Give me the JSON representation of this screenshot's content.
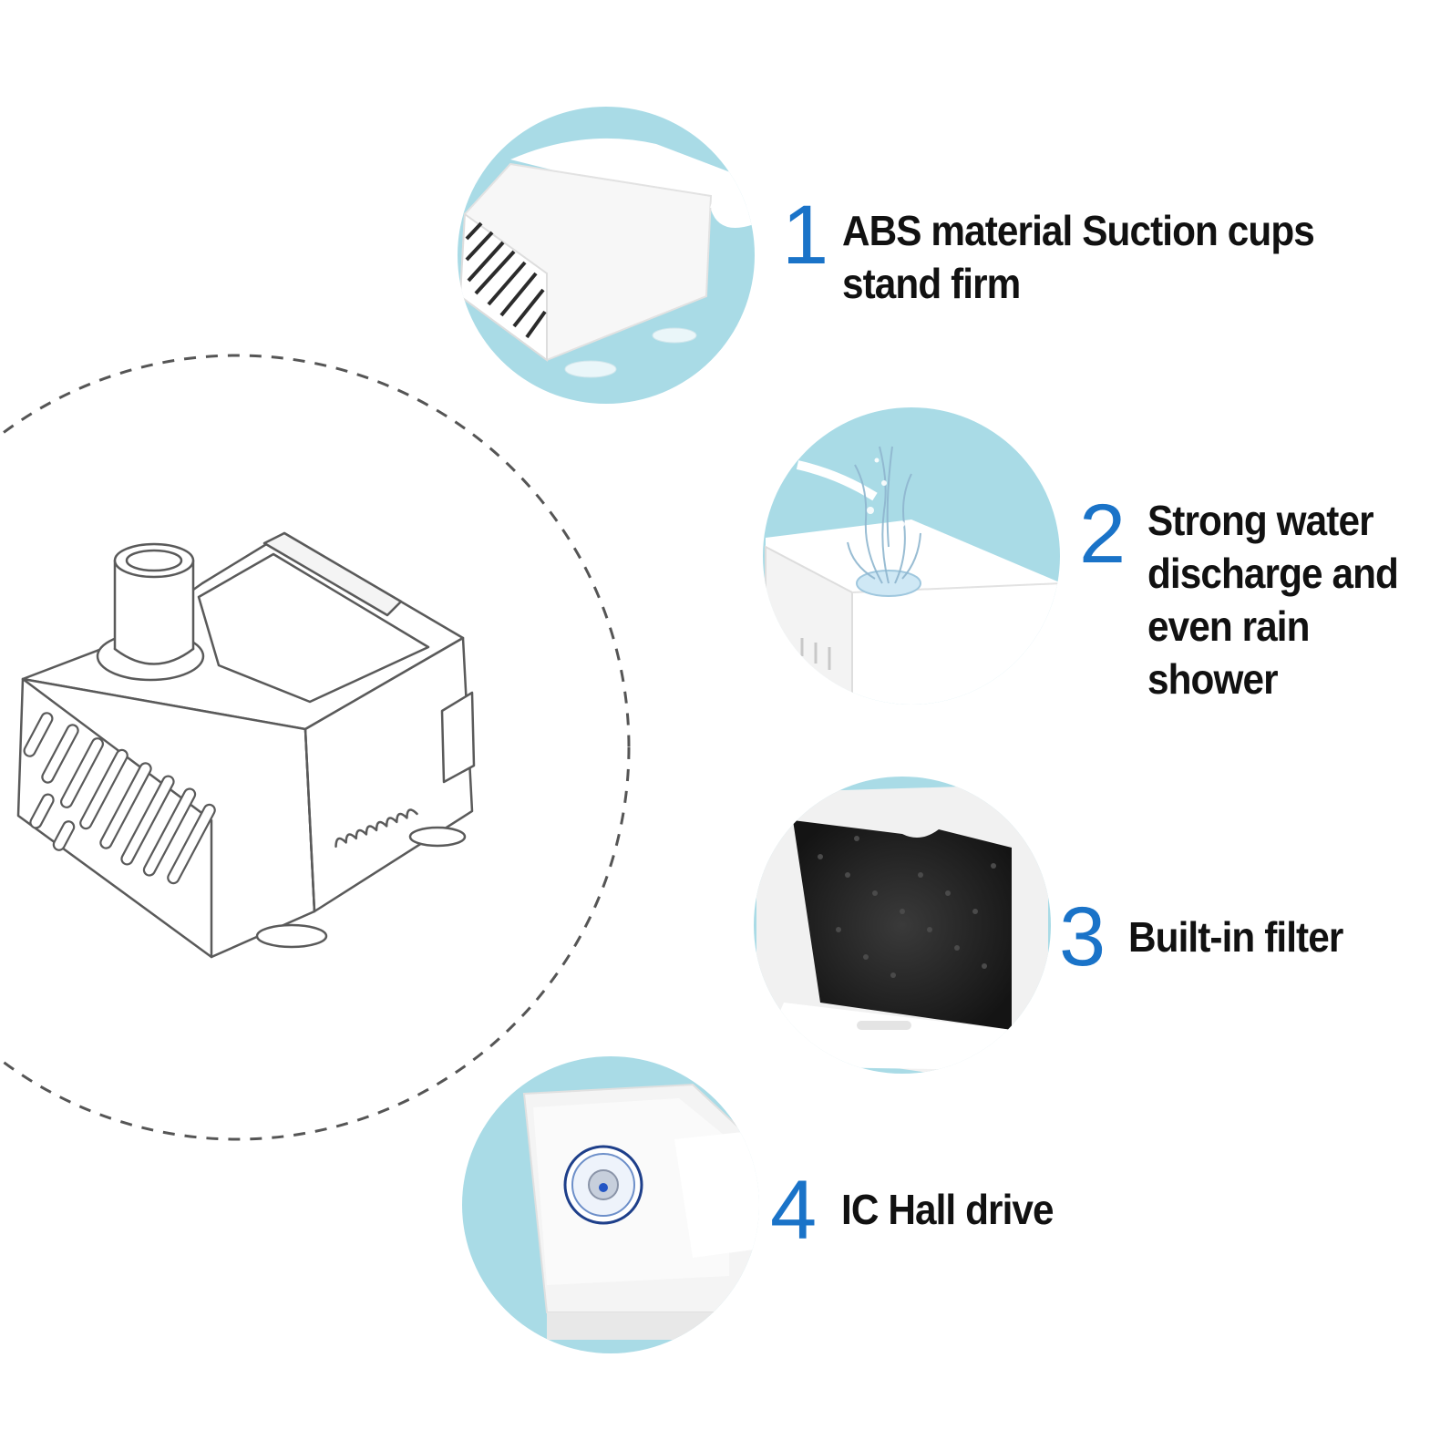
{
  "colors": {
    "accent_number": "#1a73c8",
    "circle_bg": "#a9dbe6",
    "label_text": "#111111",
    "dashed_ring": "#555555"
  },
  "main_illustration": {
    "icon": "water-pump-line-drawing"
  },
  "features": [
    {
      "number": "1",
      "lines": [
        "ABS material Suction cups",
        "stand firm"
      ],
      "photo": "white-pump-with-suction-cups"
    },
    {
      "number": "2",
      "lines": [
        "Strong water",
        "discharge and",
        "even rain",
        "shower"
      ],
      "photo": "pump-spraying-water"
    },
    {
      "number": "3",
      "lines": [
        "Built-in filter"
      ],
      "photo": "black-sponge-filter"
    },
    {
      "number": "4",
      "lines": [
        "IC Hall drive"
      ],
      "photo": "pump-impeller-interior"
    }
  ]
}
